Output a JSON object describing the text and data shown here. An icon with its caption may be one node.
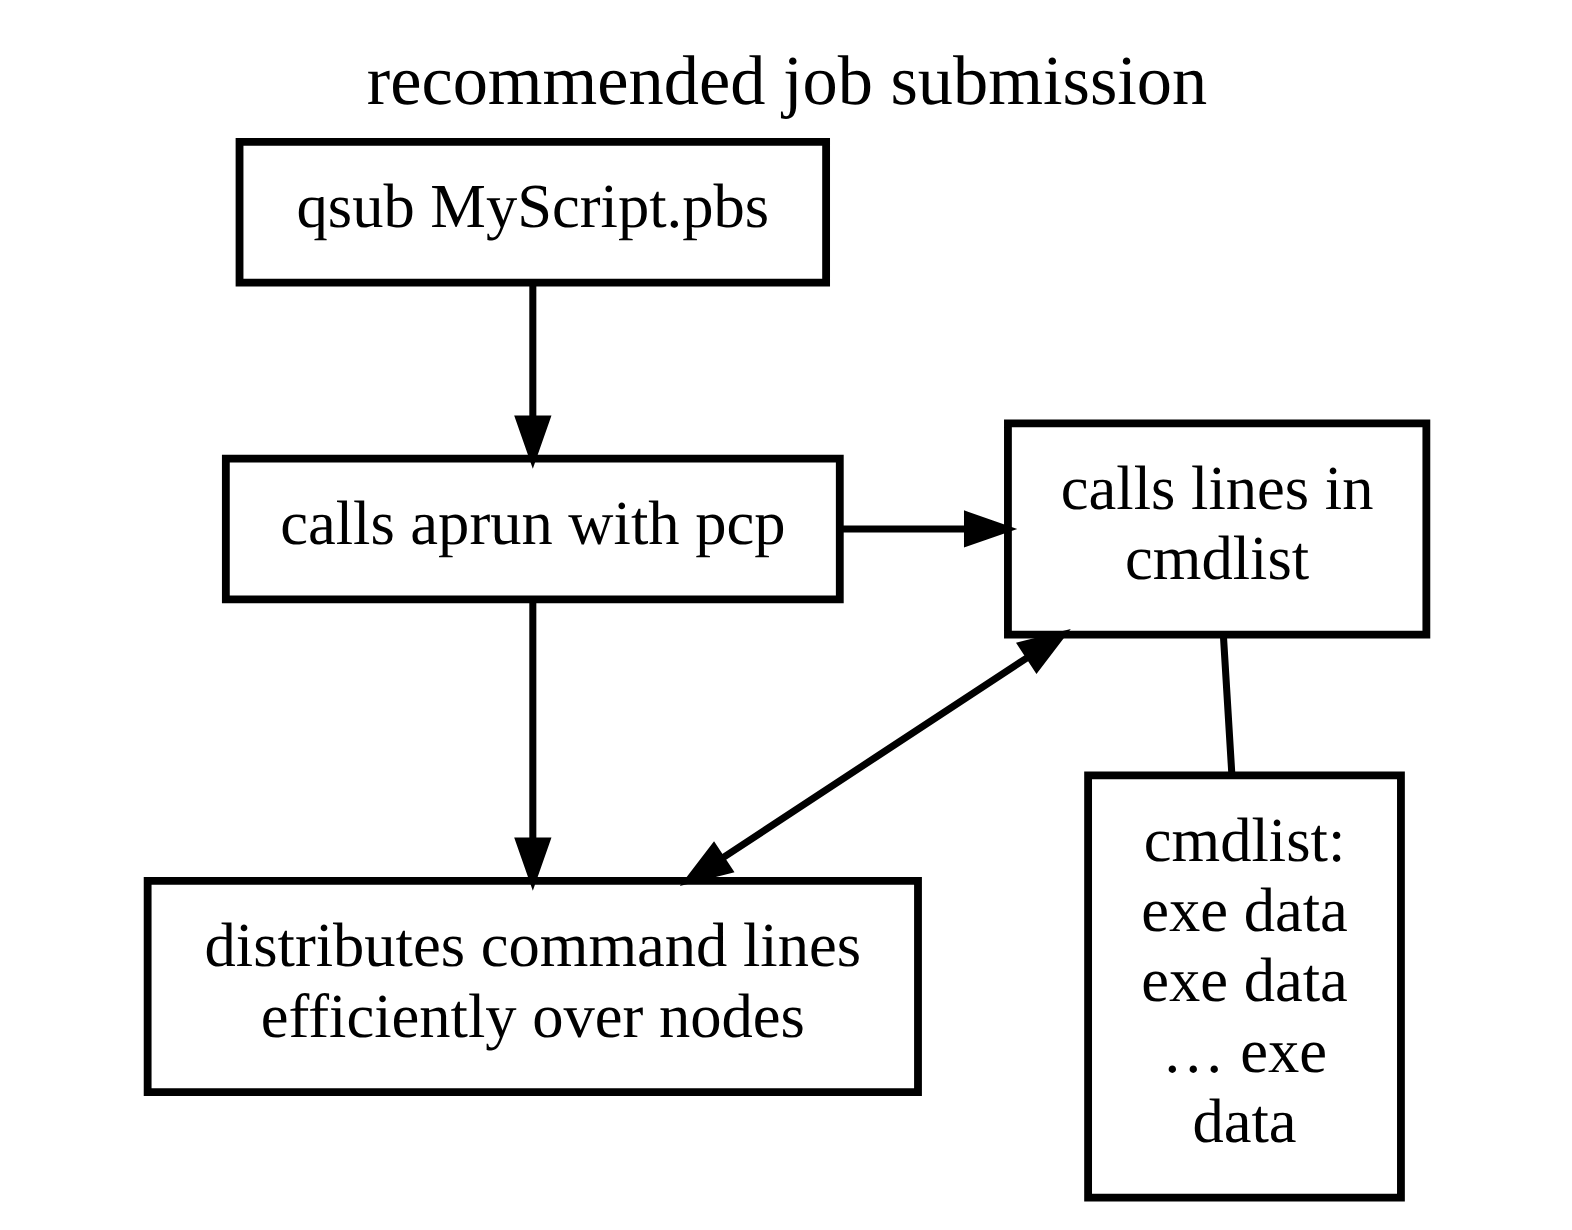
{
  "diagram": {
    "title": "recommended job submission",
    "nodes": [
      {
        "text": [
          "qsub MyScript.pbs"
        ]
      },
      {
        "text": [
          "calls lines in cmdlist"
        ]
      },
      {
        "text": [
          "calls aprun with pcp"
        ]
      },
      {
        "text": [
          "cmdlist: exe data exe data … exe data"
        ]
      },
      {
        "text": [
          "distributes command lines efficiently over nodes"
        ]
      }
    ],
    "edges": [
      {
        "from": 0,
        "to": 2,
        "arrow": "to"
      },
      {
        "from": 2,
        "to": 1,
        "arrow": "to"
      },
      {
        "from": 2,
        "to": 4,
        "arrow": "to"
      },
      {
        "from": 1,
        "to": 4,
        "arrow": "both"
      },
      {
        "from": 1,
        "to": 3,
        "arrow": "none"
      }
    ]
  }
}
